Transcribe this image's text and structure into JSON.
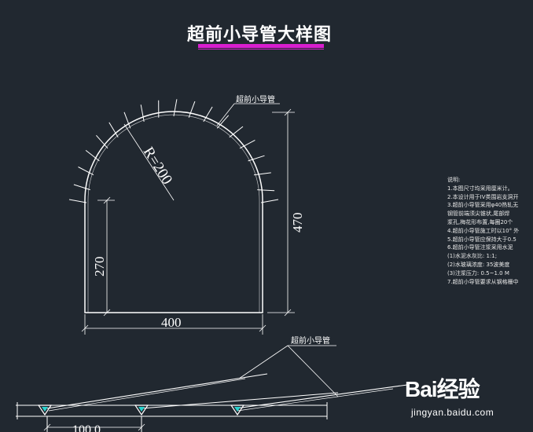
{
  "title": "超前小导管大样图",
  "labels": {
    "radius": "R=200",
    "height_total": "470",
    "height_wall": "270",
    "width": "400",
    "pipe_label_top": "超前小导管",
    "pipe_label_bottom": "超前小导管",
    "spacing": "100.0"
  },
  "notes": [
    "说明:",
    "1.本图尺寸均采用厘米计。",
    "2.本设计用于IV类围岩支洞开",
    "3.超前小导管采用φ40热轧无",
    "   钢管前端须尖锥状,尾部焊",
    "   浆孔,梅花形布置,每圈20个",
    "4.超前小导管施工时以10° 外",
    "5.超前小导管应保持大于0.5",
    "6.超前小导管注浆采用水泥",
    "   (1)水泥水灰比: 1:1;",
    "   (2)水玻璃浓度: 35波美度",
    "   (3)注浆压力: 0.5~1.0 M",
    "7.超前小导管要求从钢格栅中"
  ],
  "watermark": {
    "brand": "Bai经验",
    "url": "jingyan.baidu.com"
  },
  "colors": {
    "background": "#212830",
    "line": "#ffffff",
    "accent": "#d81ecf",
    "marker": "#29d3cf"
  }
}
